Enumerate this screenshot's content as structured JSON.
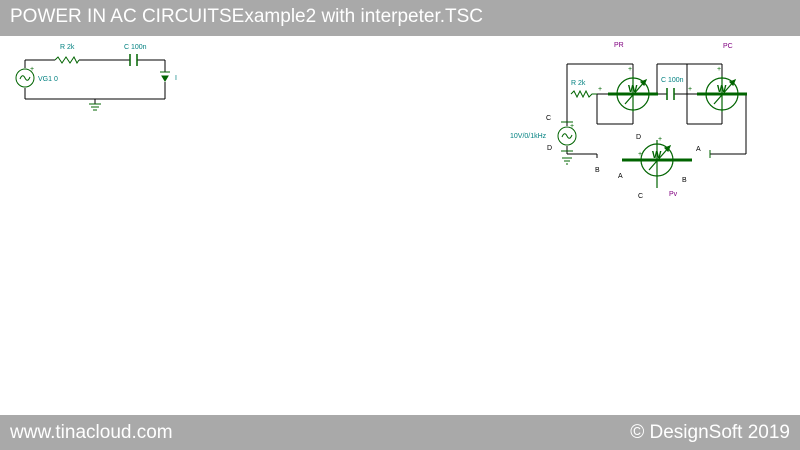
{
  "window": {
    "title": "POWER IN AC CIRCUITSExample2 with interpeter.TSC"
  },
  "footer": {
    "website": "www.tinacloud.com",
    "copyright": "© DesignSoft 2019"
  },
  "colors": {
    "bar": "#a9a9a9",
    "wire": "#000000",
    "component": "#006400",
    "label": "#008080",
    "meter_name": "#800080"
  },
  "circuit1": {
    "resistor": "R 2k",
    "capacitor": "C 100n",
    "source": "VG1 0",
    "ammeter": "I"
  },
  "circuit2": {
    "resistor": "R 2k",
    "capacitor": "C 100n",
    "source": "10V/0/1kHz",
    "meter_pr": "PR",
    "meter_pc": "PC",
    "meter_pv": "Pv",
    "meter_symbol": "W",
    "plus": "+",
    "node_a": "A",
    "node_b": "B",
    "node_c": "C",
    "node_d": "D"
  }
}
